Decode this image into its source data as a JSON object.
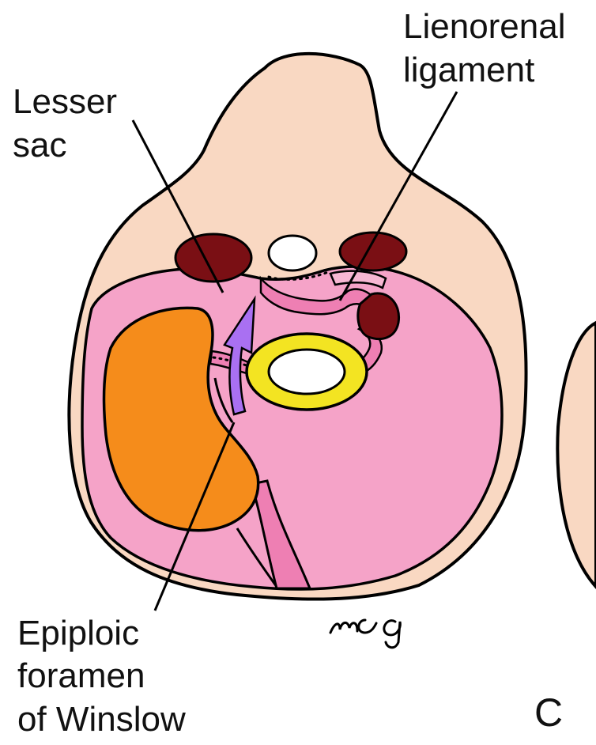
{
  "labels": {
    "lesser_sac": [
      "Lesser",
      "sac"
    ],
    "lienorenal_ligament": [
      "Lienorenal",
      "ligament"
    ],
    "epiploic_foramen": [
      "Epiploic",
      "foramen",
      "of Winslow"
    ]
  },
  "signature": "mcg",
  "panel_letter": "C",
  "colors": {
    "body_wall": "#F9D8C2",
    "peritoneal_cavity": "#F5A3C8",
    "mesentery": "#EE7FB3",
    "liver": "#F58C1B",
    "kidney": "#7A0F14",
    "aorta": "#FFFFFF",
    "stomach_wall": "#F3E422",
    "arrow": "#A970F2",
    "outline": "#000000"
  }
}
